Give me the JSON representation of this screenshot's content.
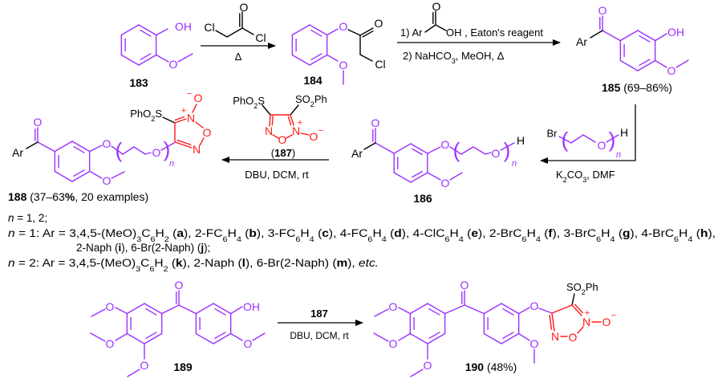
{
  "colors": {
    "scaffold": "#9b30ff",
    "furoxan": "#ff1a1a",
    "text": "#000000"
  },
  "scheme": {
    "c183": {
      "id": "183",
      "oh": "OH",
      "o_me": "O"
    },
    "step1": {
      "cl_left": "Cl",
      "o": "O",
      "cl_right": "Cl",
      "condition": "Δ"
    },
    "c184": {
      "id": "184",
      "o_ester": "O",
      "o_carbonyl": "O",
      "cl": "Cl",
      "o_me": "O"
    },
    "step2": {
      "line1_prefix": "1) Ar",
      "o": "O",
      "line1_suffix": "OH , Eaton's reagent",
      "line2": [
        "2) NaHCO",
        [
          "3",
          "s"
        ],
        ", MeOH, Δ"
      ]
    },
    "c185": {
      "id": "185",
      "yield": " (69–86%)",
      "ar": "Ar",
      "o_carbonyl": "O",
      "oh": "OH",
      "o_me": "O"
    },
    "step3": {
      "br": "Br",
      "o": "O",
      "h": "H",
      "n": "n",
      "conditions": [
        "K",
        [
          "2",
          "s"
        ],
        "CO",
        [
          "3",
          "s"
        ],
        ", DMF"
      ]
    },
    "c186": {
      "id": "186",
      "ar": "Ar",
      "o_carbonyl": "O",
      "o_ether": "O",
      "o_chain": "O",
      "h": "H",
      "n": "n",
      "o_me": "O"
    },
    "step4": {
      "reagent_left": [
        "PhO",
        [
          "2",
          "s"
        ],
        "S"
      ],
      "reagent_right": [
        "SO",
        [
          "2",
          "s"
        ],
        "Ph"
      ],
      "n_left": "N",
      "o_ring": "O",
      "n_plus": "N",
      "plus": "+",
      "o_minus": "O",
      "minus": "−",
      "id_label": [
        "(",
        [
          "187",
          "b"
        ],
        ")"
      ],
      "conditions": "DBU, DCM, rt"
    },
    "c188": {
      "ar": "Ar",
      "o_carbonyl": "O",
      "o_ether": "O",
      "o_chain": "O",
      "n": "n",
      "o_me": "O",
      "sulfonyl": [
        "PhO",
        [
          "2",
          "s"
        ],
        "S"
      ],
      "n_plus": "N",
      "plus": "+",
      "o_minus": "O",
      "minus": "−",
      "o_ring": "O",
      "n_ring": "N",
      "caption": [
        [
          "188",
          "b"
        ],
        " (37–63",
        [
          "%",
          "b"
        ],
        ", 20 examples)"
      ]
    },
    "notes": [
      [
        [
          "n",
          "i"
        ],
        " = 1, 2;"
      ],
      [
        [
          "n",
          "i"
        ],
        " = 1: Ar = 3,4,5-(MeO)",
        [
          "3",
          "s"
        ],
        "C",
        [
          "6",
          "s"
        ],
        "H",
        [
          "2",
          "s"
        ],
        " (",
        [
          "a",
          "b"
        ],
        "), 2-FC",
        [
          "6",
          "s"
        ],
        "H",
        [
          "4",
          "s"
        ],
        " (",
        [
          "b",
          "b"
        ],
        "), 3-FC",
        [
          "6",
          "s"
        ],
        "H",
        [
          "4",
          "s"
        ],
        " (",
        [
          "c",
          "b"
        ],
        "), 4-FC",
        [
          "6",
          "s"
        ],
        "H",
        [
          "4",
          "s"
        ],
        " (",
        [
          "d",
          "b"
        ],
        "), 4-ClC",
        [
          "6",
          "s"
        ],
        "H",
        [
          "4",
          "s"
        ],
        " (",
        [
          "e",
          "b"
        ],
        "), 2-BrC",
        [
          "6",
          "s"
        ],
        "H",
        [
          "4",
          "s"
        ],
        " (",
        [
          "f",
          "b"
        ],
        "), 3-BrC",
        [
          "6",
          "s"
        ],
        "H",
        [
          "4",
          "s"
        ],
        " (",
        [
          "g",
          "b"
        ],
        "), 4-BrC",
        [
          "6",
          "s"
        ],
        "H",
        [
          "4",
          "s"
        ],
        " (",
        [
          "h",
          "b"
        ],
        "),"
      ],
      [
        "2-Naph (",
        [
          "i",
          "b"
        ],
        "), 6-Br(2-Naph) (",
        [
          "j",
          "b"
        ],
        ");"
      ],
      [
        [
          "n",
          "i"
        ],
        " = 2: Ar = 3,4,5-(MeO)",
        [
          "3",
          "s"
        ],
        "C",
        [
          "6",
          "s"
        ],
        "H",
        [
          "2",
          "s"
        ],
        " (",
        [
          "k",
          "b"
        ],
        "), 2-Naph (",
        [
          "l",
          "b"
        ],
        "), 6-Br(2-Naph) (",
        [
          "m",
          "b"
        ],
        "), ",
        [
          "etc.",
          "i"
        ]
      ]
    ],
    "c189": {
      "id": "189",
      "o_carbonyl": "O",
      "oh": "OH",
      "o_me": "O",
      "o_me1": "O",
      "o_me2": "O",
      "o_me3": "O"
    },
    "step5": {
      "reagent": "187",
      "conditions": "DBU, DCM, rt"
    },
    "c190": {
      "o_carbonyl": "O",
      "o_me1": "O",
      "o_me2": "O",
      "o_me3": "O",
      "o_me": "O",
      "o_ether": "O",
      "sulfonyl": [
        "SO",
        [
          "2",
          "s"
        ],
        "Ph"
      ],
      "n_plus": "N",
      "plus": "+",
      "o_minus": "O",
      "minus": "−",
      "o_ring": "O",
      "n_ring": "N",
      "caption": [
        [
          "190",
          "b"
        ],
        " (48%)"
      ]
    }
  }
}
